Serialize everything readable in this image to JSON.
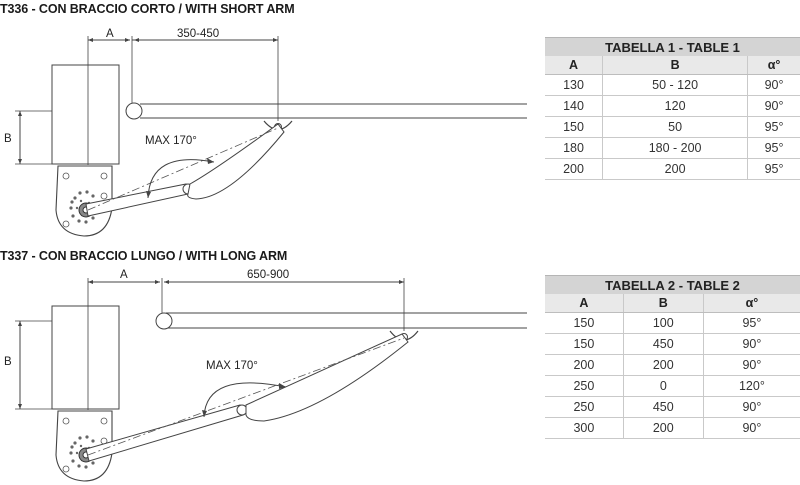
{
  "sections": [
    {
      "title": "T336 - CON BRACCIO CORTO / WITH SHORT ARM",
      "diagram": {
        "dim_a": "A",
        "dim_arm": "350-450",
        "dim_b": "B",
        "angle": "MAX 170°"
      },
      "table": {
        "title": "TABELLA 1 - TABLE 1",
        "columns": [
          "A",
          "B",
          "α°"
        ],
        "rows": [
          [
            "130",
            "50 - 120",
            "90°"
          ],
          [
            "140",
            "120",
            "90°"
          ],
          [
            "150",
            "50",
            "95°"
          ],
          [
            "180",
            "180 - 200",
            "95°"
          ],
          [
            "200",
            "200",
            "95°"
          ]
        ]
      }
    },
    {
      "title": "T337 - CON BRACCIO LUNGO / WITH LONG ARM",
      "diagram": {
        "dim_a": "A",
        "dim_arm": "650-900",
        "dim_b": "B",
        "angle": "MAX 170°"
      },
      "table": {
        "title": "TABELLA 2 - TABLE 2",
        "columns": [
          "A",
          "B",
          "α°"
        ],
        "rows": [
          [
            "150",
            "100",
            "95°"
          ],
          [
            "150",
            "450",
            "90°"
          ],
          [
            "200",
            "200",
            "90°"
          ],
          [
            "250",
            "0",
            "120°"
          ],
          [
            "250",
            "450",
            "90°"
          ],
          [
            "300",
            "200",
            "90°"
          ]
        ]
      }
    }
  ]
}
